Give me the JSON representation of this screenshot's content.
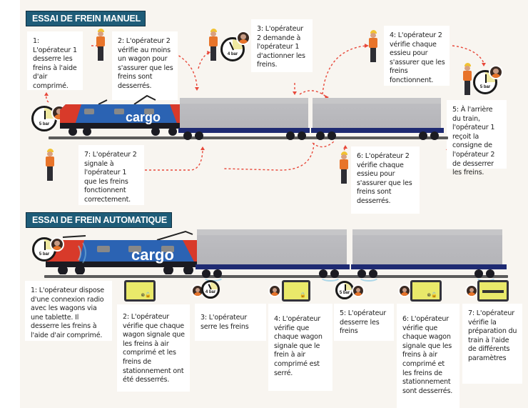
{
  "manual": {
    "title": "ESSAI DE FREIN MANUEL",
    "steps": [
      {
        "text": "1: L'opérateur 1 desserre les freins à l'aide d'air comprimé."
      },
      {
        "text": "2: L'opérateur 2 vérifie au moins un wagon pour s'assurer que les freins sont desserrés."
      },
      {
        "text": "3: L'opérateur 2 demande à l'opérateur 1 d'actionner les freins."
      },
      {
        "text": "4: L'opérateur 2 vérifie chaque essieu pour s'assurer que les freins fonctionnent."
      },
      {
        "text": "5: À l'arrière du train, l'opérateur 1 reçoit la consigne de l'opérateur 2 de desserrer les freins."
      },
      {
        "text": "6: L'opérateur 2 vérifie chaque essieu pour s'assurer que les freins sont desserrés."
      },
      {
        "text": "7: L'opérateur 2 signale à l'opérateur 1 que les freins fonctionnent correctement."
      }
    ],
    "gauges": [
      {
        "label": "5 bar",
        "icon": "pressure-gauge-icon"
      },
      {
        "label": "4 bar",
        "icon": "pressure-gauge-icon"
      },
      {
        "label": "5 bar",
        "icon": "pressure-gauge-icon"
      }
    ],
    "loco_label": "cargo"
  },
  "automatic": {
    "title": "ESSAI DE FREIN AUTOMATIQUE",
    "steps": [
      {
        "text": "1: L'opérateur dispose d'une connexion radio avec les wagons via une tablette. Il desserre les freins à l'aide d'air comprimé."
      },
      {
        "text": "2: L'opérateur vérifie que chaque wagon signale que les freins à air comprimé et les freins de stationnement ont été desserrés."
      },
      {
        "text": "3: L'opérateur serre les freins"
      },
      {
        "text": "4: L'opérateur vérifie que chaque wagon signale que le frein à air comprimé est serré."
      },
      {
        "text": "5: L'opérateur desserre les freins"
      },
      {
        "text": "6: L'opérateur vérifie que chaque wagon signale que les freins à air comprimé et les freins de stationnement sont desserrés."
      },
      {
        "text": "7: L'opérateur vérifie la préparation du train à l'aide de différents paramètres"
      }
    ],
    "gauges": [
      {
        "label": "5 bar",
        "icon": "pressure-gauge-icon"
      },
      {
        "label": "4 bar",
        "icon": "pressure-gauge-icon"
      },
      {
        "label": "5 bar",
        "icon": "pressure-gauge-icon"
      }
    ],
    "loco_label": "cargo"
  },
  "colors": {
    "badge_bg": "#1e5c78",
    "background": "#f8f5f0",
    "arrow": "#e8483a",
    "wagon_frame": "#1e2a72",
    "loco_red": "#d83a2a",
    "loco_blue": "#2b63b3",
    "tablet_yellow": "#e9e96a",
    "vest_orange": "#e8742a"
  }
}
